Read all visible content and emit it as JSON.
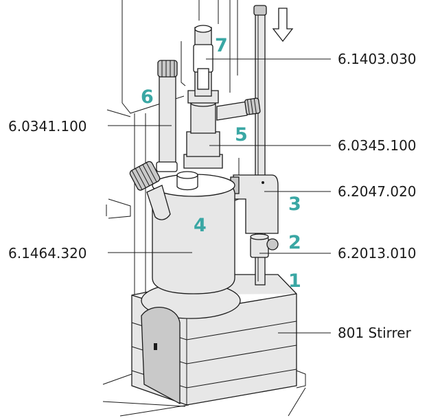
{
  "callouts": [
    {
      "num": "1",
      "part_no": ""
    },
    {
      "num": "2",
      "part_no": "6.2013.010"
    },
    {
      "num": "3",
      "part_no": "6.2047.020"
    },
    {
      "num": "4",
      "part_no": "6.1464.320"
    },
    {
      "num": "5",
      "part_no": "6.0345.100"
    },
    {
      "num": "6",
      "part_no": "6.0341.100"
    },
    {
      "num": "7",
      "part_no": "6.1403.030"
    }
  ],
  "stirrer_label": "801 Stirrer",
  "colors": {
    "callout": "#3aa7a4",
    "outline": "#1a1a1a",
    "body": "#e7e7e7"
  }
}
